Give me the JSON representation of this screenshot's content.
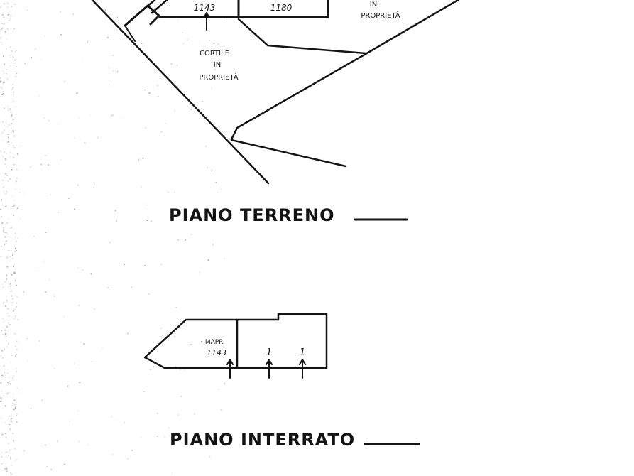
{
  "plans": {
    "ground_floor": {
      "title": "PIANO TERRENO",
      "labels": {
        "parcel_1143": "1143",
        "parcel_1180": "1180",
        "in_top": "IN",
        "proprieta_top": "PROPRIETÀ",
        "cortile": "CORTILE",
        "in_courtyard": "IN",
        "proprieta_courtyard": "PROPRIETÀ"
      }
    },
    "basement": {
      "title": "PIANO INTERRATO",
      "labels": {
        "mapp": "MAPP.",
        "parcel_1143": "1143",
        "sub_1a": "1",
        "sub_1b": "1"
      }
    }
  }
}
